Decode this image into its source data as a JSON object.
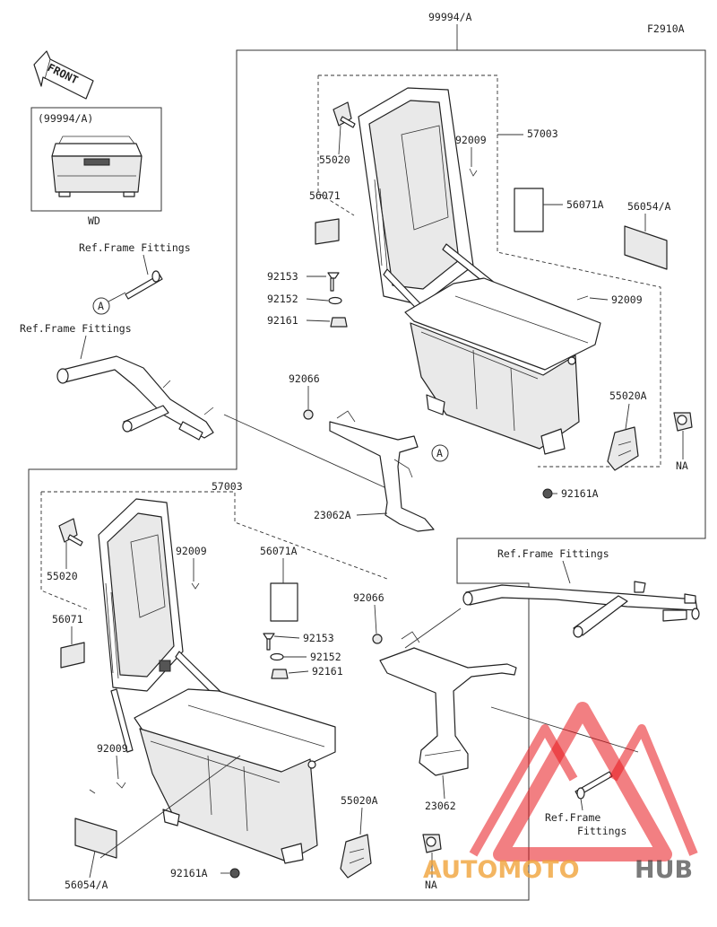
{
  "figure_code": "F2910A",
  "assembly_label": "99994/A",
  "front_label": "FRONT",
  "inset": {
    "title": "(99994/A)",
    "caption": "WD"
  },
  "callout_letter": "A",
  "upper_box": {
    "labels": {
      "l_55020": "55020",
      "l_92009": "92009",
      "l_57003": "57003",
      "l_56071": "56071",
      "l_56071A": "56071A",
      "l_56054A": "56054/A",
      "l_92153": "92153",
      "l_92152": "92152",
      "l_92161": "92161",
      "l_92009b": "92009",
      "l_92066": "92066",
      "l_55020A": "55020A",
      "l_NA": "NA",
      "l_92161A": "92161A",
      "l_23062A": "23062A"
    }
  },
  "lower_box": {
    "labels": {
      "l_57003": "57003",
      "l_55020": "55020",
      "l_92009": "92009",
      "l_56071A": "56071A",
      "l_56071": "56071",
      "l_92066": "92066",
      "l_92153": "92153",
      "l_92152": "92152",
      "l_92161": "92161",
      "l_92009b": "92009",
      "l_23062": "23062",
      "l_55020A": "55020A",
      "l_NA": "NA",
      "l_56054A": "56054/A",
      "l_92161A": "92161A"
    }
  },
  "ref_frame_fittings": "Ref.Frame Fittings",
  "ref_frame_fittings_split": [
    "Ref.Frame",
    "Fittings"
  ],
  "watermark": {
    "part1": "AUTOMOTO",
    "part2": "HUB",
    "colors": {
      "red": "#e8161b",
      "orange": "#f0a23a",
      "dark": "#222222"
    }
  }
}
